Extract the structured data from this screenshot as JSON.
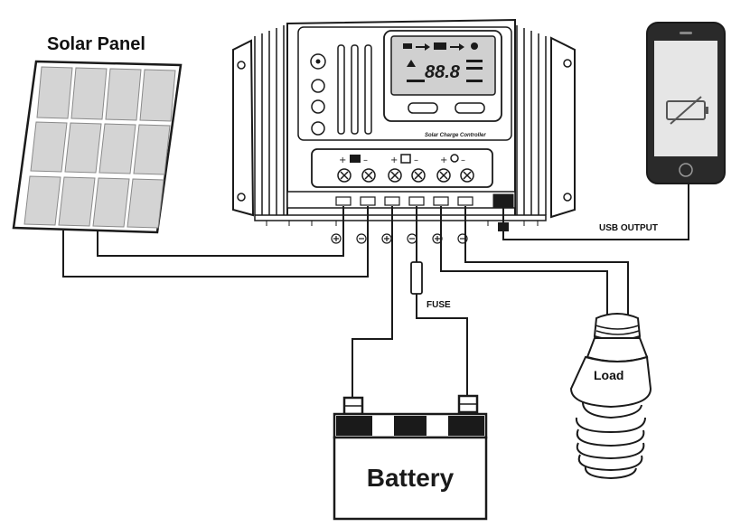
{
  "labels": {
    "solar_panel": "Solar Panel",
    "usb_output": "USB OUTPUT",
    "fuse": "FUSE",
    "load": "Load",
    "battery": "Battery",
    "controller_caption": "Solar Charge Controller",
    "lcd_digits": "88.8"
  },
  "colors": {
    "line": "#1a1a1a",
    "panel_cell": "#d2d2d2",
    "panel_frame": "#ffffff",
    "phone_body": "#2a2a2a",
    "phone_screen": "#e6e6e6",
    "lcd": "#d0d0d0"
  },
  "icons": [
    "solar-panel-icon",
    "phone-icon",
    "battery-empty-icon",
    "bulb-icon",
    "battery-icon"
  ]
}
